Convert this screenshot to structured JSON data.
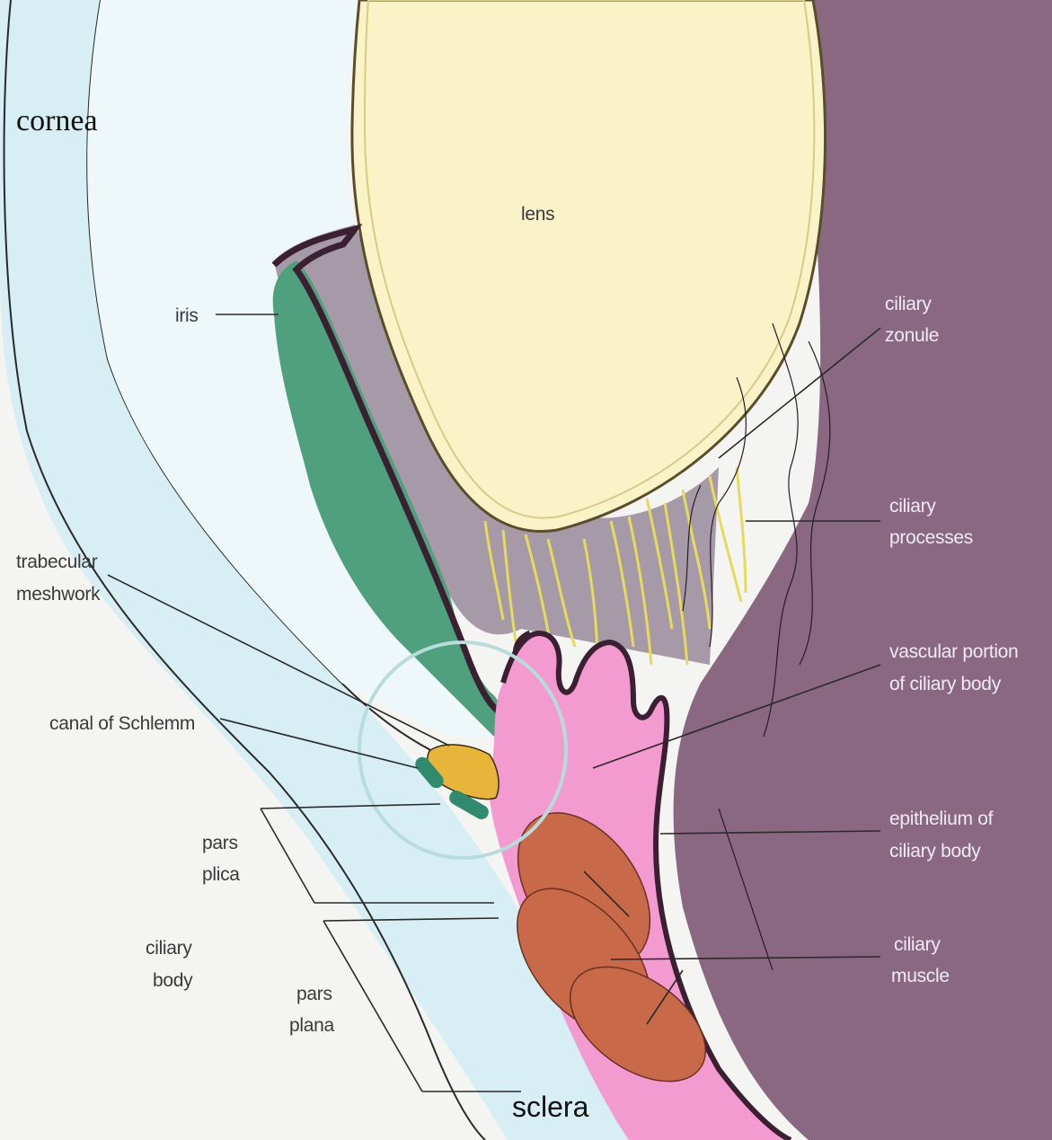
{
  "labels": {
    "cornea": "cornea",
    "lens": "lens",
    "iris": "iris",
    "ciliary_zonule": [
      "ciliary",
      "zonule"
    ],
    "ciliary_processes": [
      "ciliary",
      "processes"
    ],
    "trabecular_meshwork": [
      "trabecular",
      "meshwork"
    ],
    "vascular_portion": [
      "vascular portion",
      "of ciliary body"
    ],
    "canal_of_schlemm": "canal of Schlemm",
    "epithelium": [
      "epithelium of",
      "ciliary body"
    ],
    "pars_plica": [
      "pars",
      "plica"
    ],
    "ciliary_body": [
      "ciliary",
      "body"
    ],
    "ciliary_muscle": [
      "ciliary",
      "muscle"
    ],
    "pars_plana": [
      "pars",
      "plana"
    ],
    "sclera": "sclera"
  },
  "colors": {
    "background": "#f4f4f2",
    "cornea_sclera": "#d6eef4",
    "lens": "#fbf3c8",
    "iris": "#4fa07e",
    "vitreous": "#8a6882",
    "ciliary_body_pink": "#f39ad0",
    "ciliary_muscle": "#c86a4a",
    "zonule_fibers": "#e4dc5a",
    "highlight_circle": "#b8dcdc"
  }
}
